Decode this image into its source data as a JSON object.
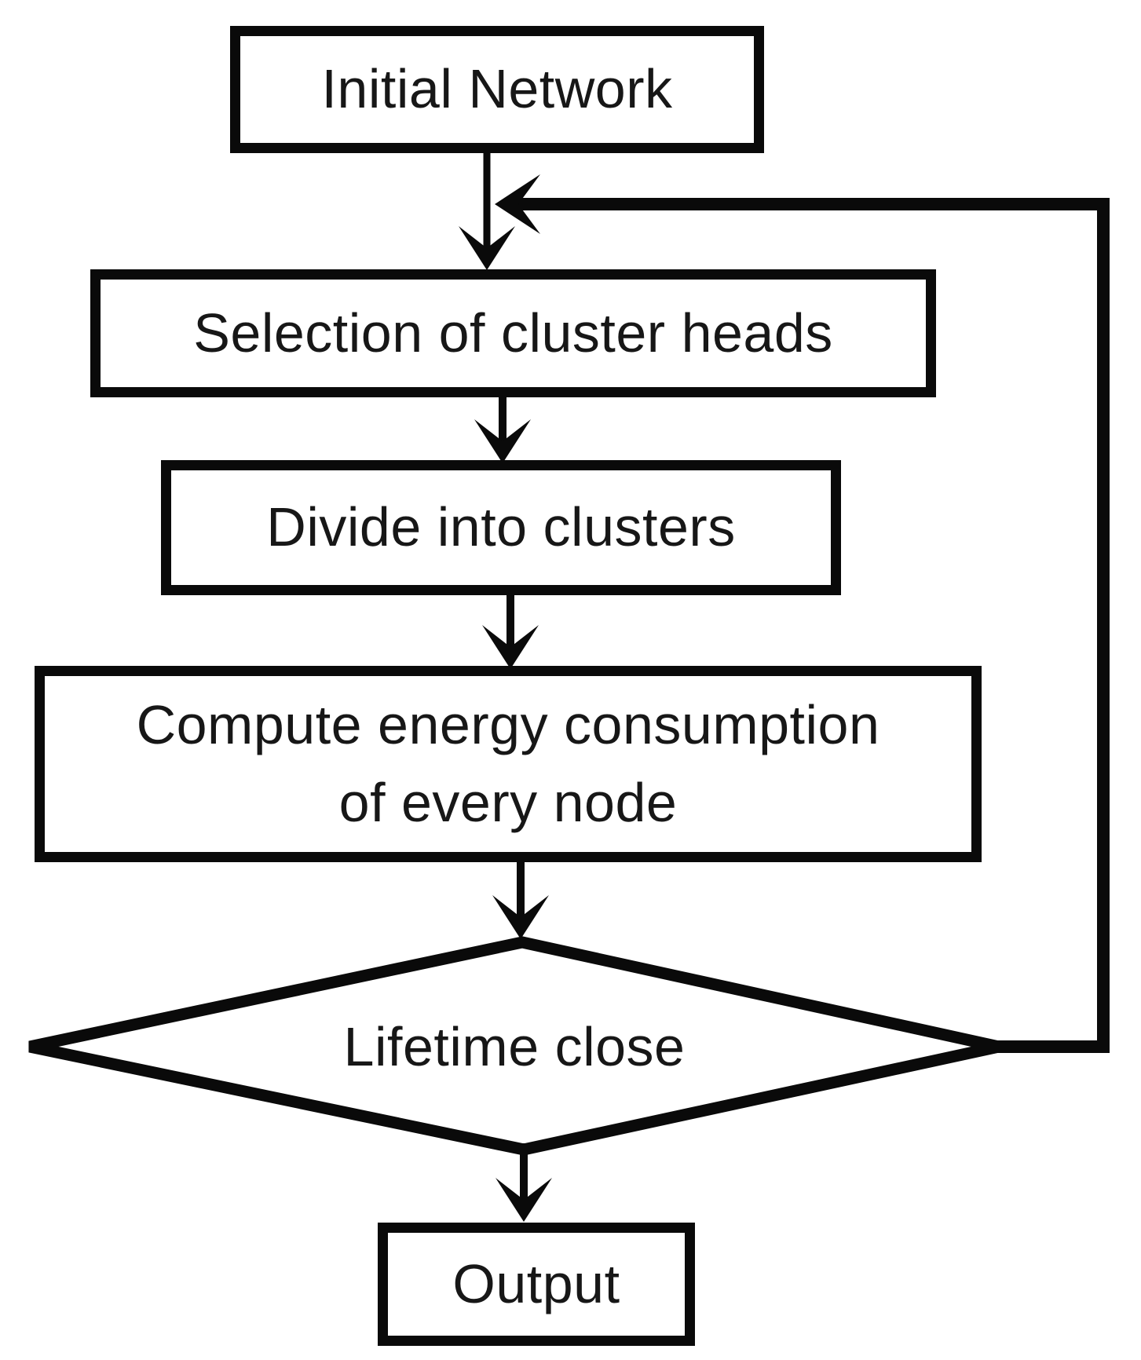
{
  "diagram": {
    "type": "flowchart",
    "background_color": "#ffffff",
    "stroke_color": "#0a0a0a",
    "text_color": "#171717",
    "nodes": [
      {
        "id": "initial",
        "shape": "rectangle",
        "label": "Initial Network"
      },
      {
        "id": "selection",
        "shape": "rectangle",
        "label": "Selection of cluster heads"
      },
      {
        "id": "divide",
        "shape": "rectangle",
        "label": "Divide into clusters"
      },
      {
        "id": "compute",
        "shape": "rectangle",
        "label": "Compute energy consumption of every node",
        "lines": [
          "Compute energy consumption",
          "of every node"
        ]
      },
      {
        "id": "lifetime",
        "shape": "diamond",
        "label": "Lifetime close"
      },
      {
        "id": "output",
        "shape": "rectangle",
        "label": "Output"
      }
    ],
    "edges": [
      {
        "from": "initial",
        "to": "selection",
        "kind": "arrow"
      },
      {
        "from": "selection",
        "to": "divide",
        "kind": "arrow"
      },
      {
        "from": "divide",
        "to": "compute",
        "kind": "arrow"
      },
      {
        "from": "compute",
        "to": "lifetime",
        "kind": "arrow"
      },
      {
        "from": "lifetime",
        "to": "output",
        "kind": "arrow"
      },
      {
        "from": "lifetime",
        "to": "selection",
        "kind": "loop-back"
      }
    ]
  }
}
